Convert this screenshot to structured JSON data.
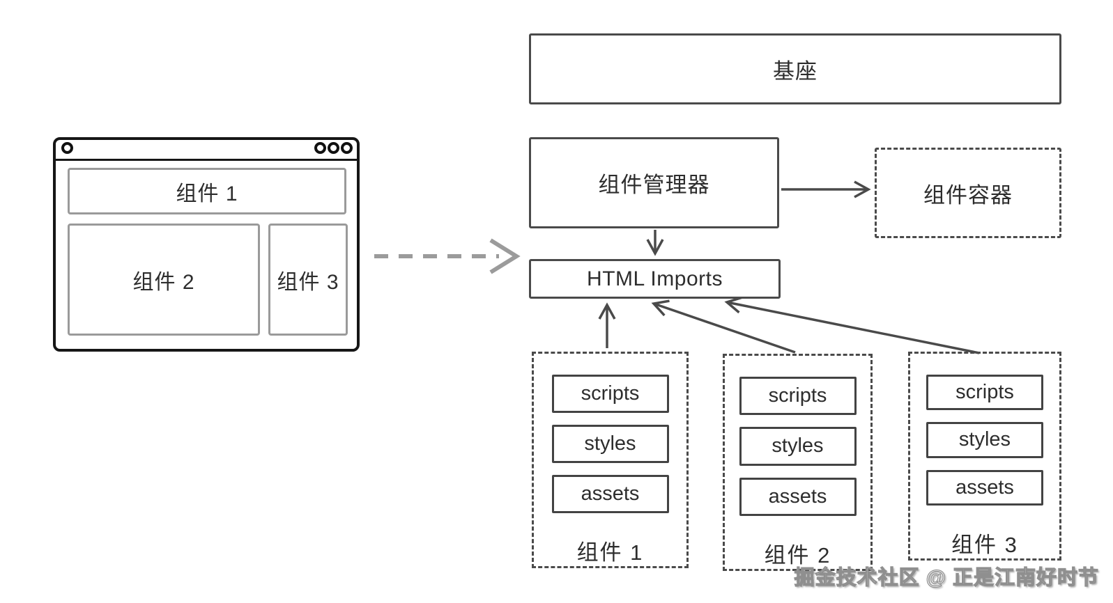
{
  "browser": {
    "components": [
      "组件 1",
      "组件 2",
      "组件 3"
    ]
  },
  "architecture": {
    "base_label": "基座",
    "manager_label": "组件管理器",
    "container_label": "组件容器",
    "imports_label": "HTML Imports"
  },
  "packages": [
    {
      "label": "组件 1",
      "items": [
        "scripts",
        "styles",
        "assets"
      ]
    },
    {
      "label": "组件 2",
      "items": [
        "scripts",
        "styles",
        "assets"
      ]
    },
    {
      "label": "组件 3",
      "items": [
        "scripts",
        "styles",
        "assets"
      ]
    }
  ],
  "watermark": "掘金技术社区 @ 正是江南好时节",
  "colors": {
    "diagram_stroke": "#4a4a4a",
    "browser_frame": "#161616",
    "browser_slot_border": "#9a9a9a",
    "dashed_arrow": "#9b9b9b",
    "text": "#2d2d2d",
    "watermark_text": "#ffffff"
  }
}
